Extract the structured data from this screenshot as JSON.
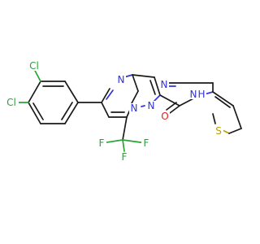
{
  "molecule": {
    "atoms": {
      "n_pyrimidine": "N",
      "n_bridge": "N",
      "n_pyrazole": "N",
      "n_amide": "N",
      "h_amide": "H",
      "o_carbonyl": "O",
      "s_thiophene": "S",
      "n_nitrile": "N",
      "cl_upper": "Cl",
      "cl_lower": "Cl",
      "f_left": "F",
      "f_center": "F",
      "f_right": "F"
    }
  }
}
